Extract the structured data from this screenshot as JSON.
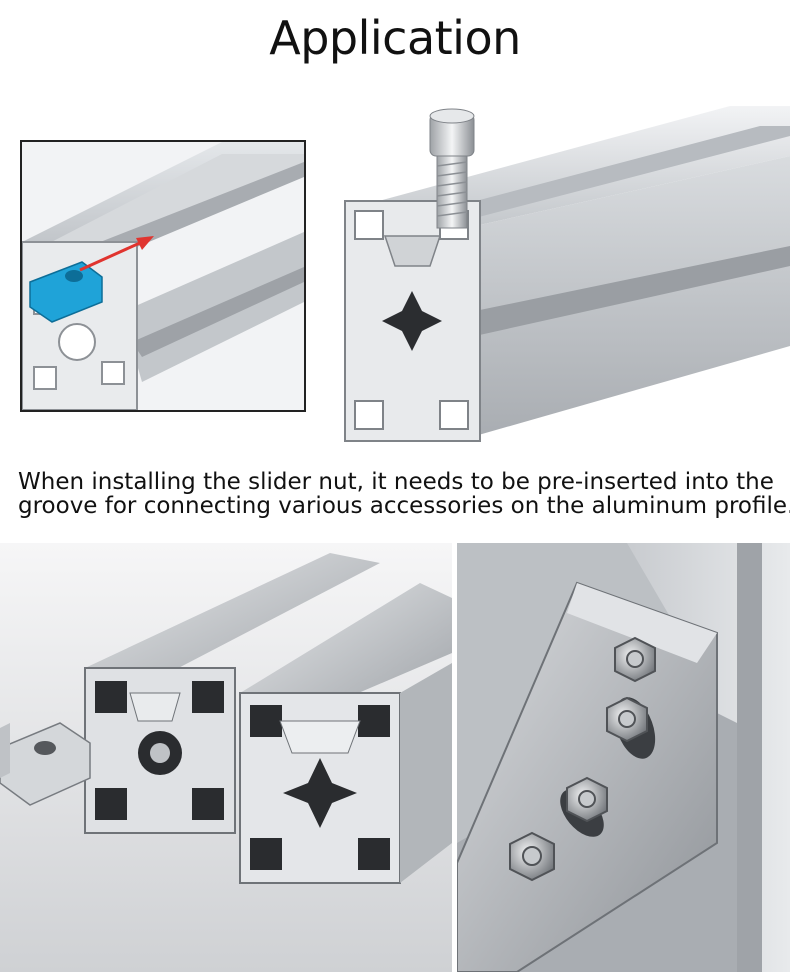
{
  "header": {
    "title": "Application"
  },
  "caption": {
    "line1": "When installing the slider nut, it needs to be pre-inserted into the",
    "line2": "groove for connecting various accessories on the aluminum profile."
  },
  "colors": {
    "aluminum": "#c9ccd0",
    "aluminum_dark": "#8f9398",
    "slider_nut": "#1fa3d8",
    "arrow": "#e0342f"
  },
  "icons": {
    "inset": "slider-nut-insertion-diagram",
    "hero": "aluminum-profile-with-bolt",
    "bottom_left": "profile-cross-sections-with-t-nuts",
    "bottom_right": "corner-bracket-with-bolts"
  }
}
